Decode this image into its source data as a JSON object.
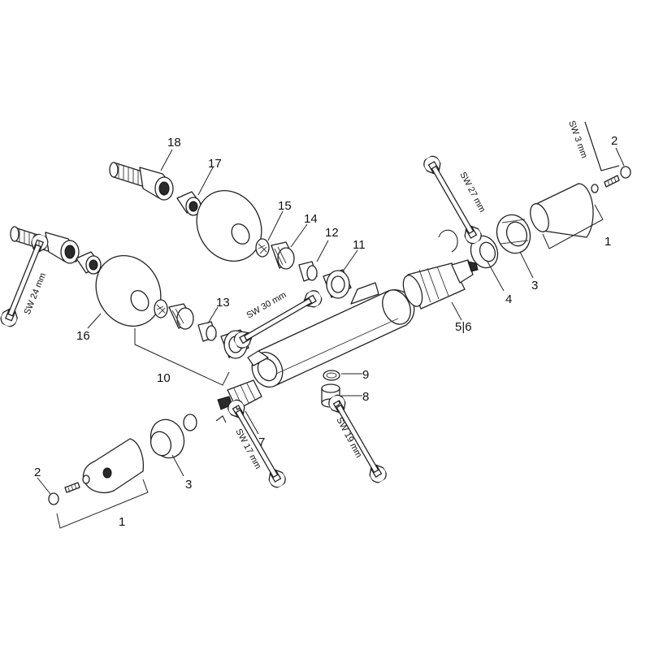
{
  "labels": {
    "n18": "18",
    "n17": "17",
    "n15": "15",
    "n14": "14",
    "n12": "12",
    "n11": "11",
    "n16": "16",
    "n13": "13",
    "n10": "10",
    "n2_top": "2",
    "n1_top": "1",
    "n3_top": "3",
    "n4": "4",
    "n56": "5|6",
    "n9": "9",
    "n8": "8",
    "n7": "7",
    "n2_bottom": "2",
    "n1_bottom": "1",
    "n3_bottom": "3"
  },
  "wrench_sizes": {
    "sw3": "SW 3 mm",
    "sw27": "SW 27 mm",
    "sw24": "SW 24 mm",
    "sw30": "SW 30 mm",
    "sw17": "SW 17 mm",
    "sw19": "SW 19 mm"
  },
  "colors": {
    "line": "#222222",
    "background": "#ffffff"
  },
  "icons": [
    "open-end-wrench-icon",
    "hex-key-icon"
  ]
}
